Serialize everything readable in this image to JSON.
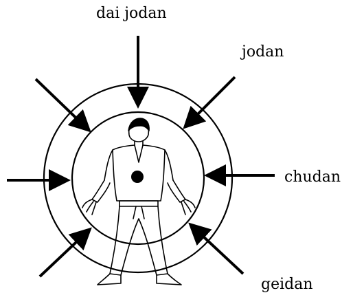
{
  "labels": {
    "dai_jodan": "dai jodan",
    "jodan": "jodan",
    "chudan": "chudan",
    "geidan": "geidan"
  },
  "figure": {
    "description_icon": "karate-practitioner-figure",
    "center_marker_icon": "target-dot"
  },
  "colors": {
    "ink": "#000000",
    "background": "#ffffff"
  }
}
